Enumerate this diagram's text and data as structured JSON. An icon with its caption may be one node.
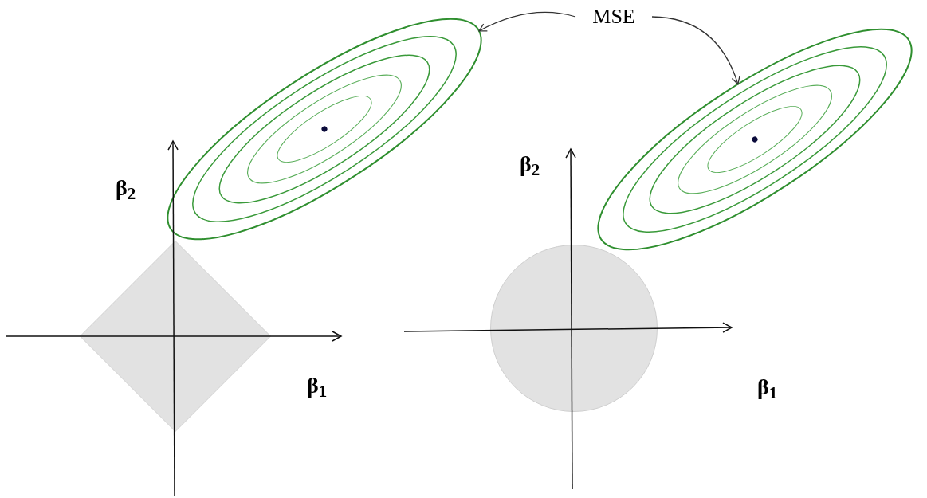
{
  "diagram": {
    "nodes": [
      {
        "text": [
          "MSE"
        ]
      },
      {
        "text": [],
        "shape": "ellipse"
      },
      {
        "text": [],
        "shape": "ellipse"
      },
      {
        "text": [],
        "shape": "diamond"
      },
      {
        "text": [],
        "shape": "circle"
      }
    ],
    "edges": [
      {
        "from": 0,
        "to": 1,
        "arrow": "to"
      },
      {
        "from": 0,
        "to": 2,
        "arrow": "to"
      }
    ],
    "labels": [
      "β$_{2}$",
      "β$_{2}$",
      "β$_{1}$",
      "β$_{1}$"
    ]
  }
}
